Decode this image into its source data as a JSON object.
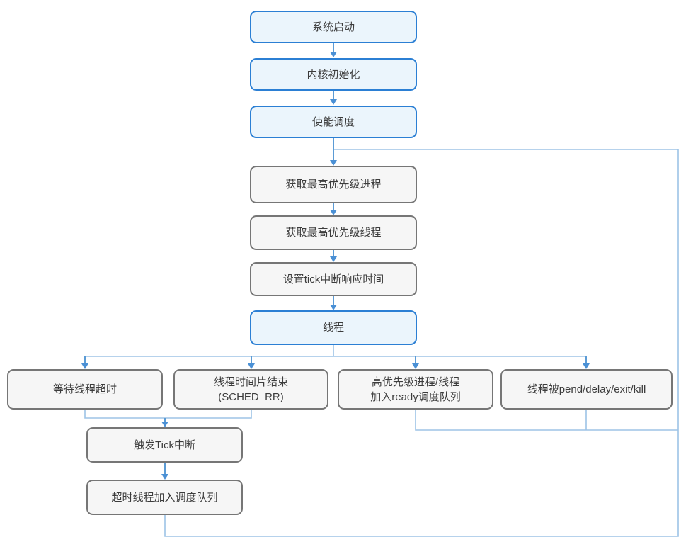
{
  "colors": {
    "background": "#ffffff",
    "primary_border": "#2b7fd4",
    "primary_fill": "#ebf5fc",
    "secondary_border": "#767676",
    "secondary_fill": "#f6f6f6",
    "line": "#9dc3e6",
    "arrow_line": "#5b9bd5",
    "arrow_head": "#4a90d5",
    "text": "#3c3c3c"
  },
  "nodes": {
    "system_start": {
      "label": "系统启动"
    },
    "kernel_init": {
      "label": "内核初始化"
    },
    "enable_sched": {
      "label": "使能调度"
    },
    "get_top_process": {
      "label": "获取最高优先级进程"
    },
    "get_top_thread": {
      "label": "获取最高优先级线程"
    },
    "set_tick_time": {
      "label": "设置tick中断响应时间"
    },
    "thread": {
      "label": "线程"
    },
    "wait_timeout": {
      "label": "等待线程超时"
    },
    "timeslice_end": {
      "line1": "线程时间片结束",
      "line2": "(SCHED_RR)"
    },
    "high_prio_ready": {
      "line1": "高优先级进程/线程",
      "line2": "加入ready调度队列"
    },
    "thread_pend": {
      "label": "线程被pend/delay/exit/kill"
    },
    "tick_interrupt": {
      "label": "触发Tick中断"
    },
    "timeout_to_queue": {
      "label": "超时线程加入调度队列"
    }
  }
}
